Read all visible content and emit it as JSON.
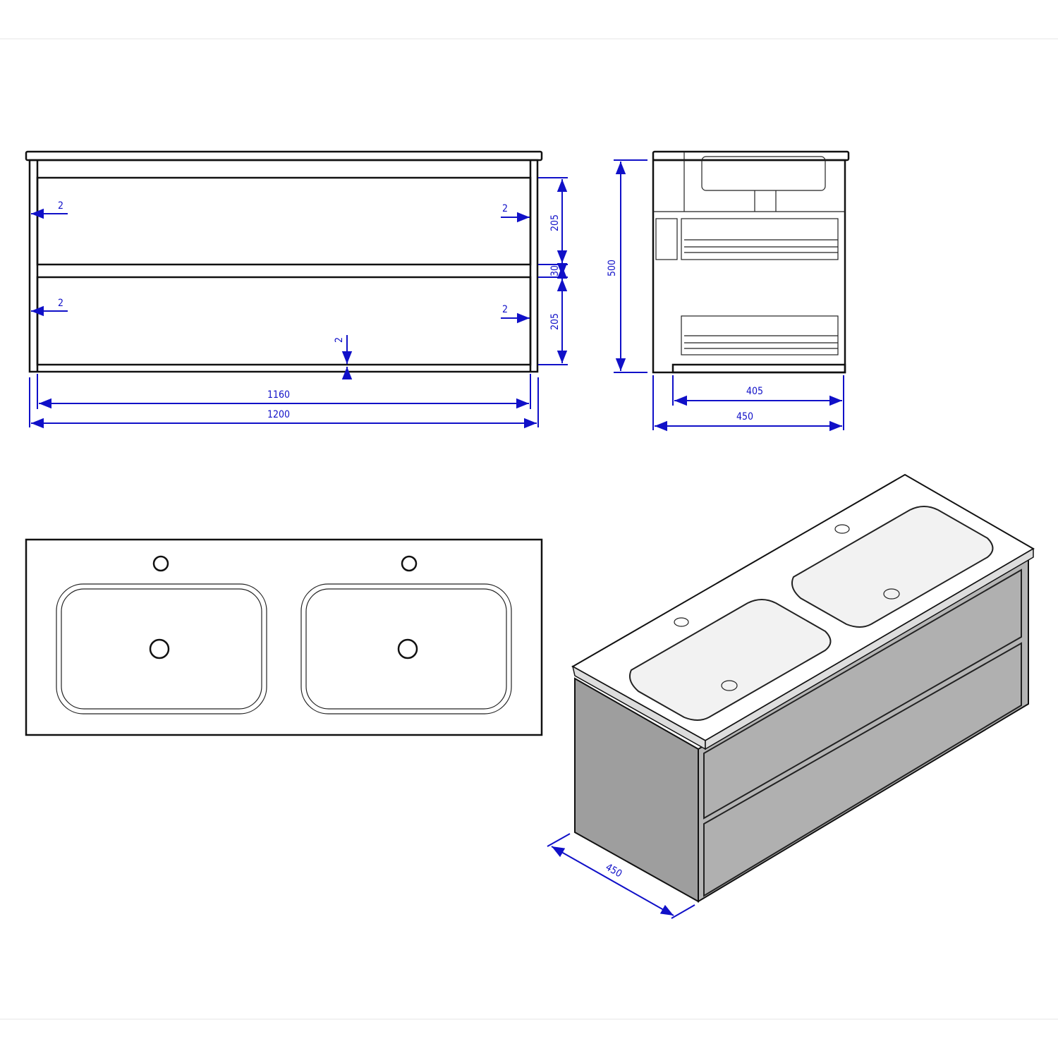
{
  "colors": {
    "dimension": "#1010c8",
    "outline": "#111111",
    "cabinet_side": "#9e9e9e",
    "cabinet_front": "#b5b5b5"
  },
  "front_view": {
    "gap_left_top": "2",
    "gap_right_top": "2",
    "gap_left_bottom": "2",
    "gap_right_bottom": "2",
    "gap_bottom": "2",
    "drawer_top_height": "205",
    "rail_height": "30",
    "drawer_bottom_height": "205",
    "inner_width": "1160",
    "overall_width": "1200"
  },
  "side_view": {
    "height": "500",
    "inner_depth": "405",
    "overall_depth": "450"
  },
  "iso_view": {
    "depth": "450"
  }
}
